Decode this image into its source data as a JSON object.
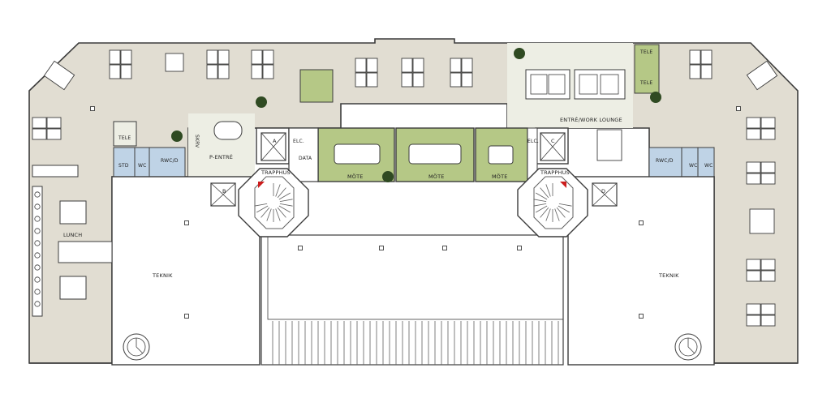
{
  "colors": {
    "office_floor": "#e1ddd2",
    "meeting_floor": "#b5c886",
    "entrance_floor": "#edeee4",
    "wc_floor": "#bfd3e6",
    "wall": "#3c3c3c",
    "stair": "#5f5f5f",
    "arrow": "#cc1d1d",
    "plant": "#2f4a22"
  },
  "labels": {
    "tele_left": "TELE",
    "tele_top_right": "TELE",
    "tele_top_right_2": "TELE",
    "std": "STD",
    "wc_left": "WC",
    "rwc_left": "RWC/D",
    "skrv": "SKRV",
    "p_entre": "P-ENTRÉ",
    "elc_left": "ELC.",
    "data": "DATA",
    "stair_a": "A",
    "stair_b": "B",
    "stair_c": "C",
    "stair_d": "D",
    "trapphus_left": "TRAPPHUS",
    "trapphus_right": "TRAPPHUS",
    "mote_1": "MÖTE",
    "mote_2": "MÖTE",
    "mote_3": "MÖTE",
    "elc_right": "ELC.",
    "entre_lounge": "ENTRÉ/WORK LOUNGE",
    "rwc_right": "RWC/D",
    "wc_right_1": "WC",
    "wc_right_2": "WC",
    "lunch": "LUNCH",
    "teknik_left": "TEKNIK",
    "teknik_right": "TEKNIK"
  }
}
